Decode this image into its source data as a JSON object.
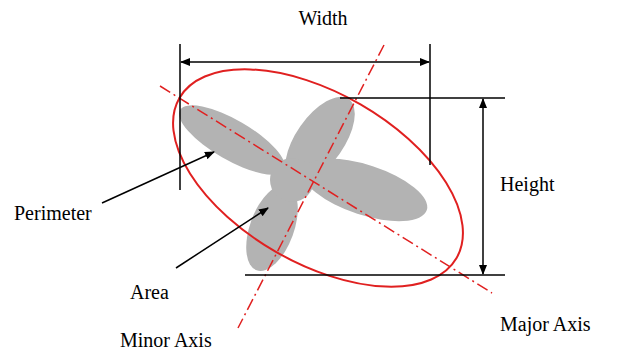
{
  "diagram": {
    "labels": [
      "Width",
      "Height",
      "Perimeter",
      "Area",
      "Minor Axis",
      "Major Axis"
    ]
  }
}
